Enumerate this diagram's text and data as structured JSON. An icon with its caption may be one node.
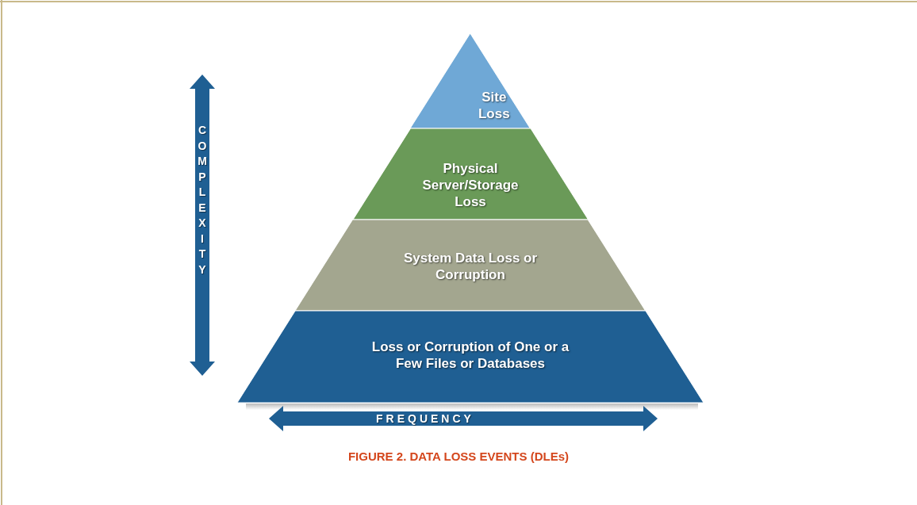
{
  "diagram": {
    "caption": "FIGURE 2. DATA LOSS EVENTS (DLEs)",
    "nodes": [
      {
        "text": [
          "Site Loss"
        ]
      },
      {
        "text": [
          "Physical Server/Storage Loss"
        ]
      },
      {
        "text": [
          "System Data Loss or Corruption"
        ]
      },
      {
        "text": [
          "Loss or Corruption of One or a Few Files or Databases"
        ]
      }
    ],
    "labels": [
      "COMPLEXITY",
      "FREQUENCY"
    ]
  }
}
